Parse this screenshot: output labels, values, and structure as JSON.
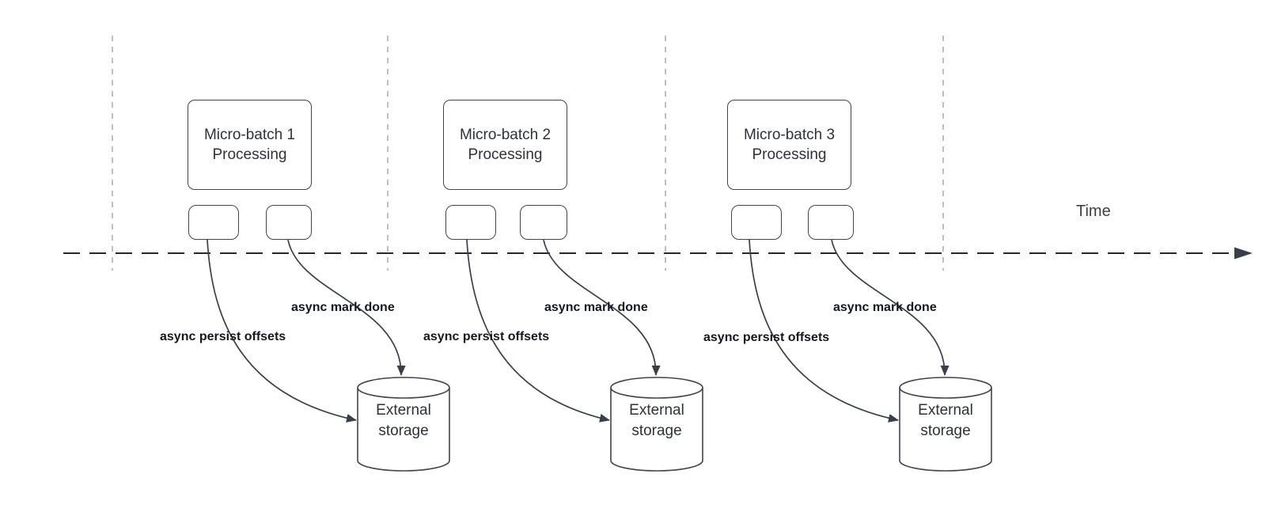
{
  "diagram": {
    "time_label": "Time",
    "groups": [
      {
        "box_label": "Micro-batch 1\nProcessing",
        "persist_label": "async persist offsets",
        "done_label": "async mark done",
        "storage_label": "External\nstorage"
      },
      {
        "box_label": "Micro-batch 2\nProcessing",
        "persist_label": "async persist offsets",
        "done_label": "async mark done",
        "storage_label": "External\nstorage"
      },
      {
        "box_label": "Micro-batch 3\nProcessing",
        "persist_label": "async persist offsets",
        "done_label": "async mark done",
        "storage_label": "External\nstorage"
      }
    ],
    "colors": {
      "shape_stroke": "#41444e",
      "arrow_stroke": "#3a3e49",
      "guide_line": "#b3b3b3",
      "timeline_stroke": "#26282e",
      "body_text": "#2f323b",
      "label_text": "#15181e",
      "background": "#ffffff"
    }
  }
}
